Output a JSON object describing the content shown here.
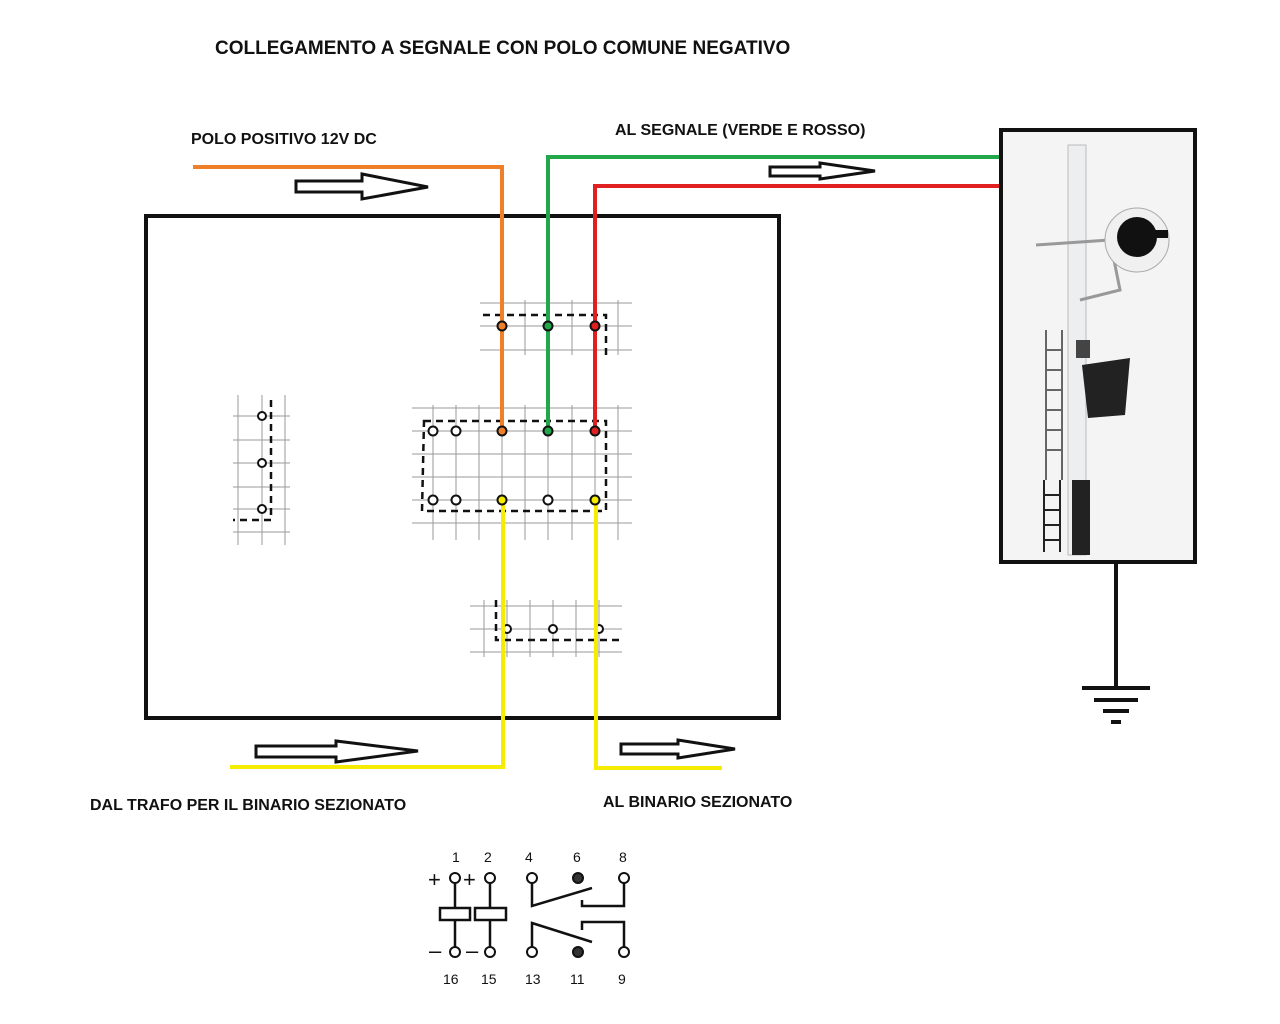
{
  "title": "COLLEGAMENTO A SEGNALE CON POLO COMUNE NEGATIVO",
  "labels": {
    "positive_pole": "POLO POSITIVO 12V DC",
    "to_signal": "AL SEGNALE (VERDE E ROSSO)",
    "from_transformer": "DAL TRAFO PER IL BINARIO SEZIONATO",
    "to_section": "AL BINARIO SEZIONATO"
  },
  "wire_colors": {
    "positive": "#f07f2a",
    "green": "#22a84a",
    "red": "#e02020",
    "yellow": "#f5ec00"
  },
  "relay_schematic": {
    "top_pins": [
      "1",
      "2",
      "4",
      "6",
      "8"
    ],
    "bottom_pins": [
      "16",
      "15",
      "13",
      "11",
      "9"
    ],
    "plus": "+",
    "minus": "–"
  }
}
